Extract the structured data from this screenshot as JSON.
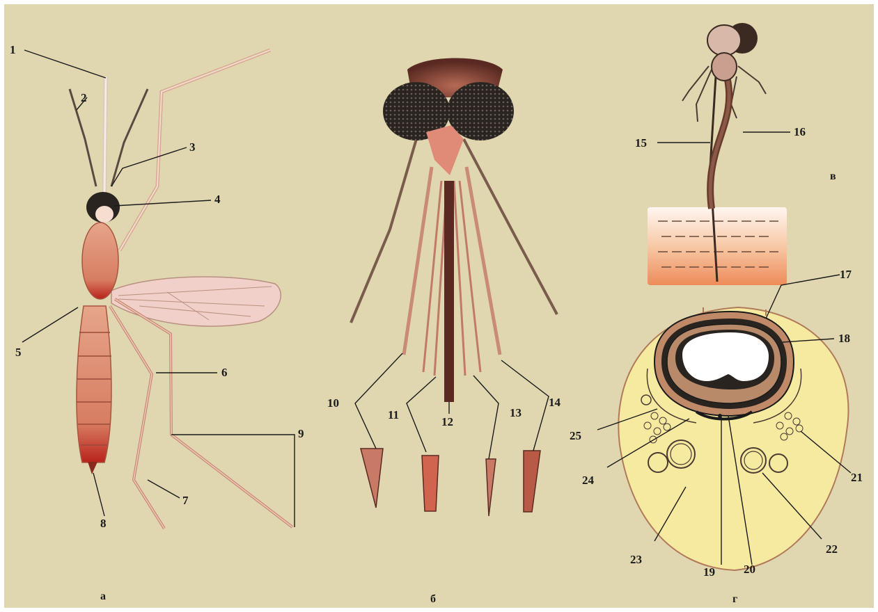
{
  "panels": {
    "a": "а",
    "b": "б",
    "v": "в",
    "g": "г"
  },
  "labels": {
    "n1": "1",
    "n2": "2",
    "n3": "3",
    "n4": "4",
    "n5": "5",
    "n6": "6",
    "n7": "7",
    "n8": "8",
    "n9": "9",
    "n10": "10",
    "n11": "11",
    "n12": "12",
    "n13": "13",
    "n14": "14",
    "n15": "15",
    "n16": "16",
    "n17": "17",
    "n18": "18",
    "n19": "19",
    "n20": "20",
    "n21": "21",
    "n22": "22",
    "n23": "23",
    "n24": "24",
    "n25": "25"
  },
  "colors": {
    "background": "#e0d7b0",
    "body": "#d98a6e",
    "body_dark": "#b8402e",
    "eye": "#2a2420",
    "skin": "#f0a070",
    "section_fill": "#f6e9a0",
    "leader": "#1a1a1a"
  }
}
